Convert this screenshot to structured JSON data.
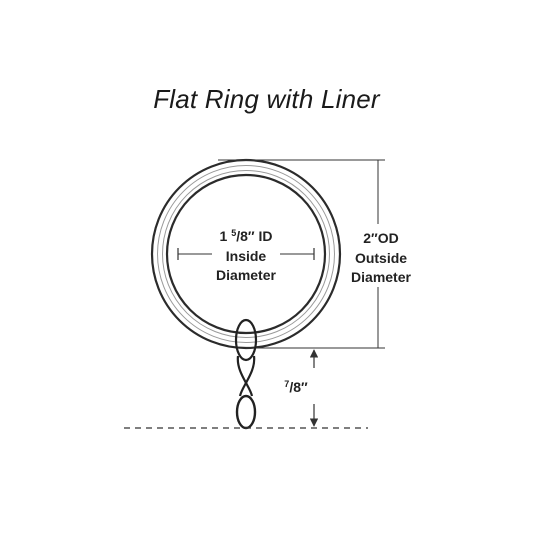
{
  "title": "Flat Ring with Liner",
  "inner": {
    "line1_whole": "1 ",
    "line1_num": "5",
    "line1_den": "/8″ ID",
    "line2": "Inside",
    "line3": "Diameter"
  },
  "outer": {
    "line1": "2″OD",
    "line2": "Outside",
    "line3": "Diameter"
  },
  "drop": {
    "num": "7",
    "den": "/8″"
  },
  "colors": {
    "ring_stroke": "#2b2b2b",
    "ring_band": "#ffffff",
    "line": "#333333",
    "text": "#222222"
  }
}
